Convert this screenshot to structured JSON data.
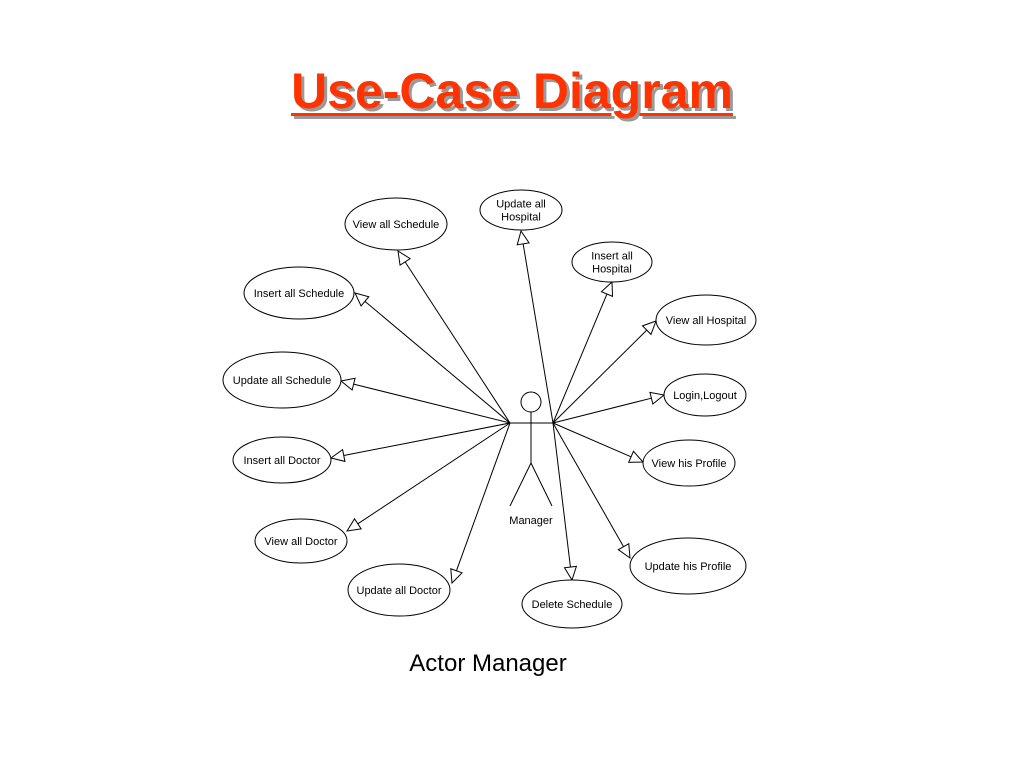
{
  "title": "Use-Case Diagram",
  "title_color": "#ff3300",
  "caption": "Actor Manager",
  "actor": {
    "name": "Manager"
  },
  "use_cases": [
    {
      "id": "update-all-hospital",
      "lines": [
        "Update all",
        "Hospital"
      ]
    },
    {
      "id": "view-all-schedule",
      "lines": [
        "View all Schedule"
      ]
    },
    {
      "id": "insert-all-hospital",
      "lines": [
        "Insert all",
        "Hospital"
      ]
    },
    {
      "id": "insert-all-schedule",
      "lines": [
        "Insert all Schedule"
      ]
    },
    {
      "id": "view-all-hospital",
      "lines": [
        "View all Hospital"
      ]
    },
    {
      "id": "update-all-schedule",
      "lines": [
        "Update all Schedule"
      ]
    },
    {
      "id": "login-logout",
      "lines": [
        "Login,Logout"
      ]
    },
    {
      "id": "insert-all-doctor",
      "lines": [
        "Insert all Doctor"
      ]
    },
    {
      "id": "view-his-profile",
      "lines": [
        "View his Profile"
      ]
    },
    {
      "id": "view-all-doctor",
      "lines": [
        "View all Doctor"
      ]
    },
    {
      "id": "update-his-profile",
      "lines": [
        "Update his Profile"
      ]
    },
    {
      "id": "update-all-doctor",
      "lines": [
        "Update all Doctor"
      ]
    },
    {
      "id": "delete-schedule",
      "lines": [
        "Delete Schedule"
      ]
    }
  ]
}
